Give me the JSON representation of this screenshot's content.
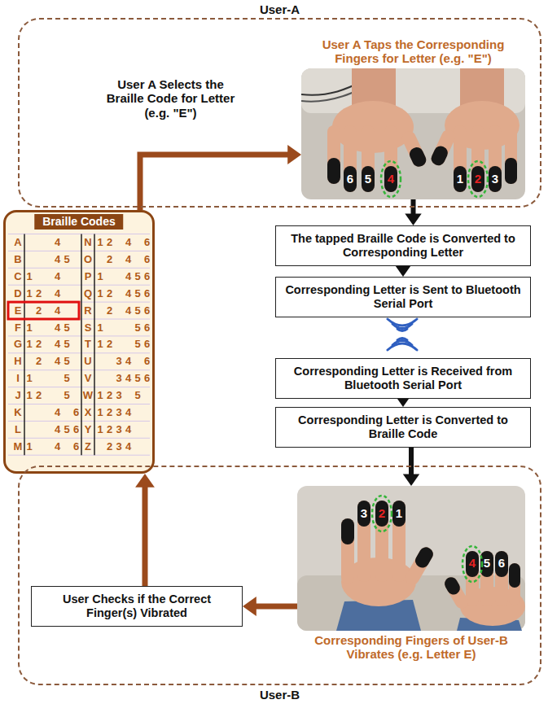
{
  "diagram": {
    "nodes": [
      {
        "text": [
          "User-A"
        ]
      },
      {
        "text": [
          "User A Taps the Corresponding Fingers for Letter (e.g. \"E\")"
        ],
        "in": 0
      },
      {
        "text": [
          "Braille Codes"
        ]
      },
      {
        "text": [
          "The tapped Braille Code is Converted to Corresponding Letter"
        ]
      },
      {
        "text": [
          "Corresponding Letter is Sent to Bluetooth Serial Port"
        ]
      },
      {
        "text": [
          "Corresponding Letter is Received from Bluetooth Serial Port"
        ]
      },
      {
        "text": [
          "Corresponding Letter is Converted to Braille Code"
        ]
      },
      {
        "text": [
          "User-B"
        ]
      },
      {
        "text": [
          "Corresponding Fingers of User-B Vibrates (e.g. Letter E)"
        ],
        "in": 7
      },
      {
        "text": [
          "User Checks if the Correct Finger(s) Vibrated"
        ],
        "in": 7
      }
    ],
    "edges": [
      {
        "from": 2,
        "to": 1,
        "arrow": "to",
        "label": "User A Selects the Braille Code for Letter (e.g. \"E\")"
      },
      {
        "from": 1,
        "to": 3,
        "arrow": "to"
      },
      {
        "from": 3,
        "to": 4,
        "arrow": "to"
      },
      {
        "from": 5,
        "to": 6,
        "arrow": "to"
      },
      {
        "from": 6,
        "to": 8,
        "arrow": "to"
      },
      {
        "from": 8,
        "to": 9,
        "arrow": "to"
      },
      {
        "from": 9,
        "to": 2,
        "arrow": "to"
      }
    ],
    "labels": [
      "6",
      "5",
      "4",
      "1",
      "2",
      "3",
      "3",
      "2",
      "1",
      "4",
      "5",
      "6",
      "A",
      "4",
      "N",
      "1",
      "2",
      "4",
      "6",
      "B",
      "4",
      "5",
      "O",
      "2",
      "4",
      "6",
      "C",
      "1",
      "4",
      "P",
      "1",
      "4",
      "5",
      "6",
      "D",
      "1",
      "2",
      "4",
      "Q",
      "1",
      "2",
      "4",
      "5",
      "6",
      "E",
      "2",
      "4",
      "R",
      "2",
      "4",
      "5",
      "6",
      "F",
      "1",
      "4",
      "5",
      "S",
      "1",
      "5",
      "6",
      "G",
      "1",
      "2",
      "4",
      "5",
      "T",
      "1",
      "2",
      "5",
      "6",
      "H",
      "2",
      "4",
      "5",
      "U",
      "3",
      "4",
      "6",
      "I",
      "1",
      "5",
      "V",
      "3",
      "4",
      "5",
      "6",
      "J",
      "1",
      "2",
      "5",
      "W",
      "1",
      "2",
      "3",
      "5",
      "K",
      "4",
      "6",
      "X",
      "1",
      "2",
      "3",
      "4",
      "L",
      "4",
      "5",
      "6",
      "Y",
      "1",
      "2",
      "3",
      "4",
      "M",
      "1",
      "4",
      "6",
      "Z",
      "2",
      "3",
      "4"
    ]
  }
}
